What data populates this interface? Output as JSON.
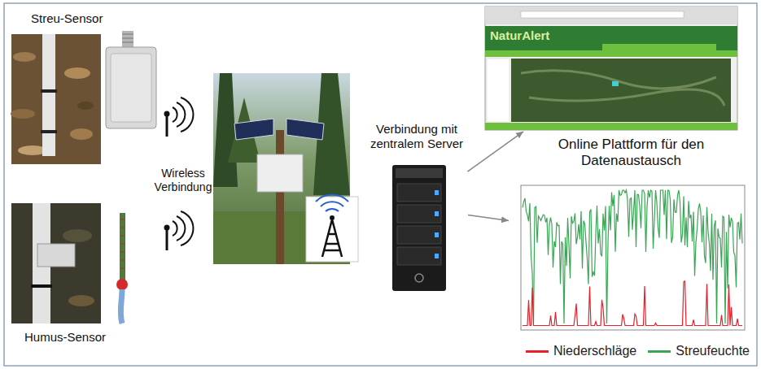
{
  "diagram": {
    "nodes": [
      {
        "text": [
          "Streu-Sensor"
        ]
      },
      {
        "text": [
          "Humus-Sensor"
        ]
      },
      {
        "text": [
          "Verbindung mit zentralem Server"
        ]
      },
      {
        "text": [
          "NaturAlert"
        ]
      },
      {
        "text": [
          "Online Plattform für den Datenaustausch"
        ]
      }
    ],
    "edges": [
      {
        "from": 2,
        "to": 3,
        "arrow": "to"
      },
      {
        "from": 2,
        "to": 4,
        "arrow": "to"
      }
    ],
    "labels": [
      "Wireless Verbindung"
    ],
    "legend": [
      {
        "text": "Niederschläge",
        "color": "#e8202a"
      },
      {
        "text": "Streufeuchte",
        "color": "#3aa655"
      }
    ]
  }
}
